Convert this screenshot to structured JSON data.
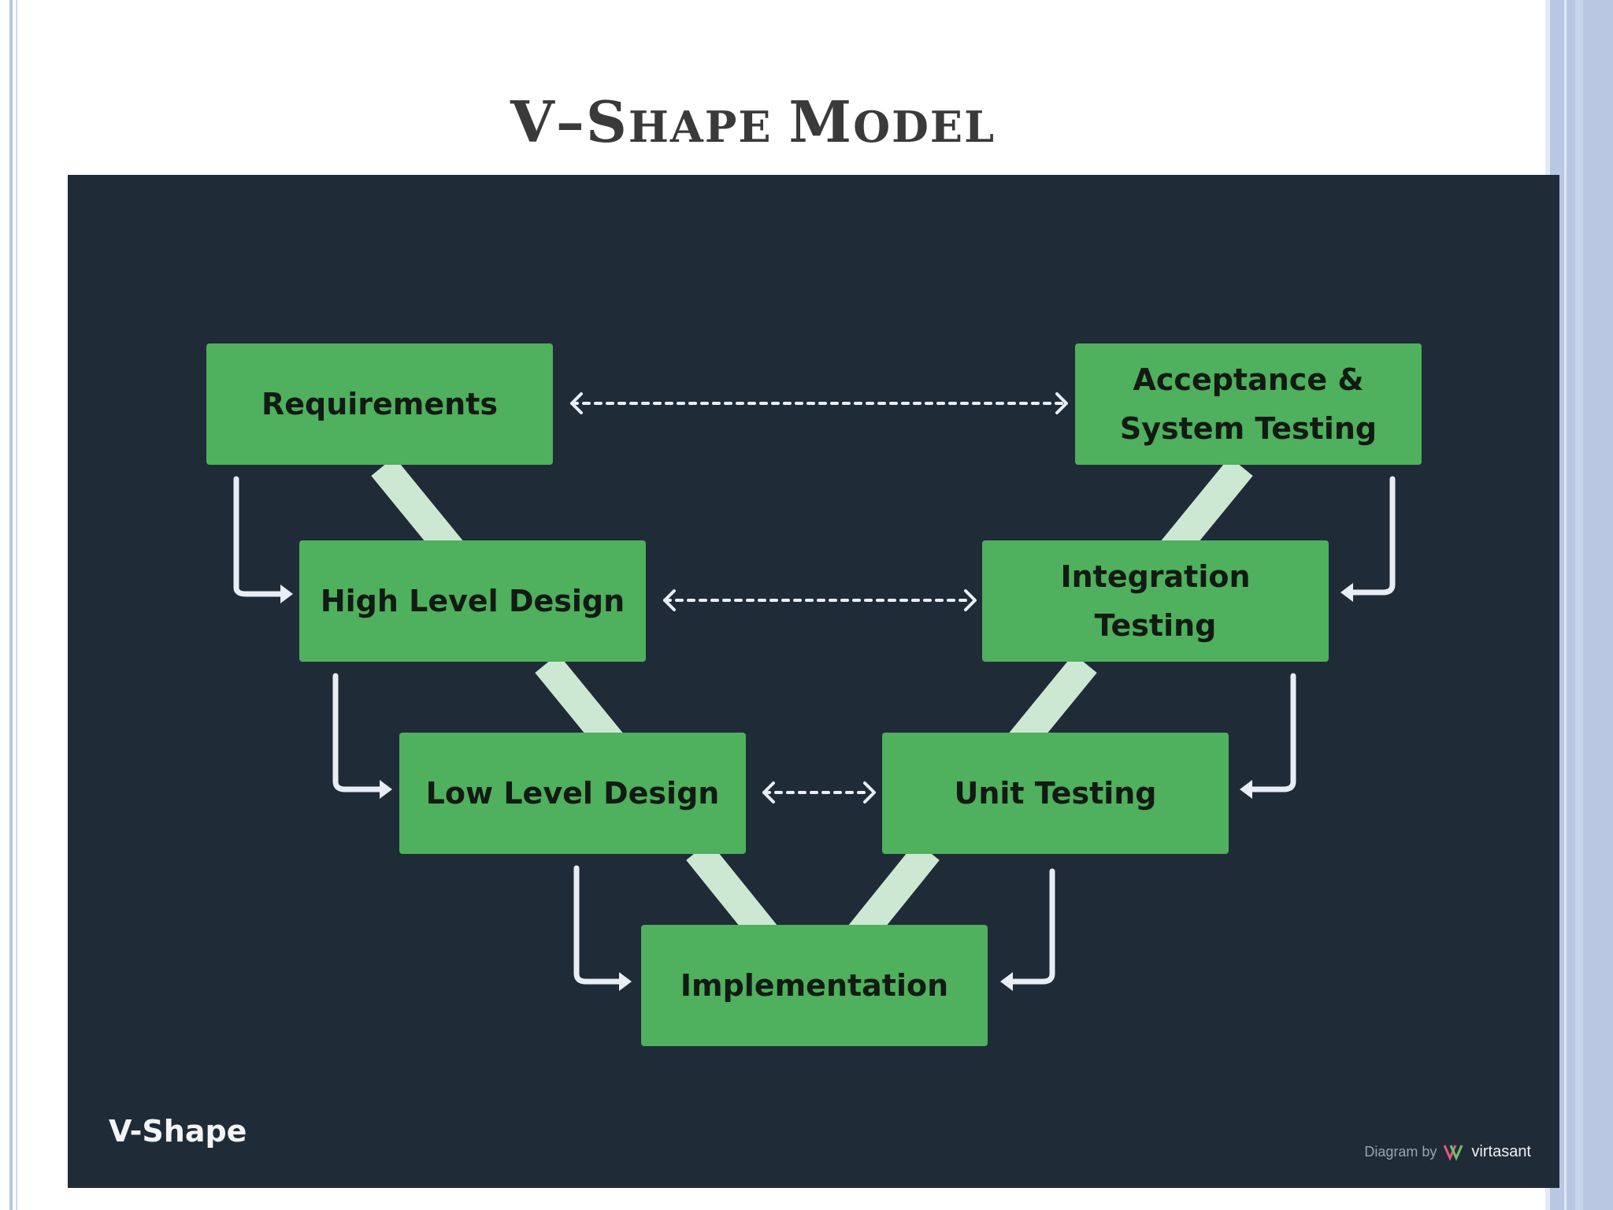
{
  "slide": {
    "title_parts": [
      {
        "text": "V",
        "size": "cap"
      },
      {
        "text": "–S",
        "size": "cap"
      },
      {
        "text": "HAPE ",
        "size": "sm"
      },
      {
        "text": " M",
        "size": "cap"
      },
      {
        "text": "ODEL",
        "size": "sm"
      }
    ]
  },
  "diagram": {
    "boxes": {
      "requirements": "Requirements",
      "high_level_design": "High Level Design",
      "low_level_design": "Low Level Design",
      "implementation": "Implementation",
      "unit_testing": "Unit Testing",
      "integration_testing": "Integration\nTesting",
      "acceptance_testing": "Acceptance &\nSystem Testing"
    },
    "label": "V-Shape",
    "credit": {
      "text": "Diagram by",
      "brand": "virtasant"
    }
  },
  "colors": {
    "panel_bg": "#202b38",
    "box_fill": "#4fb05d",
    "v_band": "#cde8d2",
    "arrow": "#e8eef5",
    "title": "#3a3a3a"
  }
}
